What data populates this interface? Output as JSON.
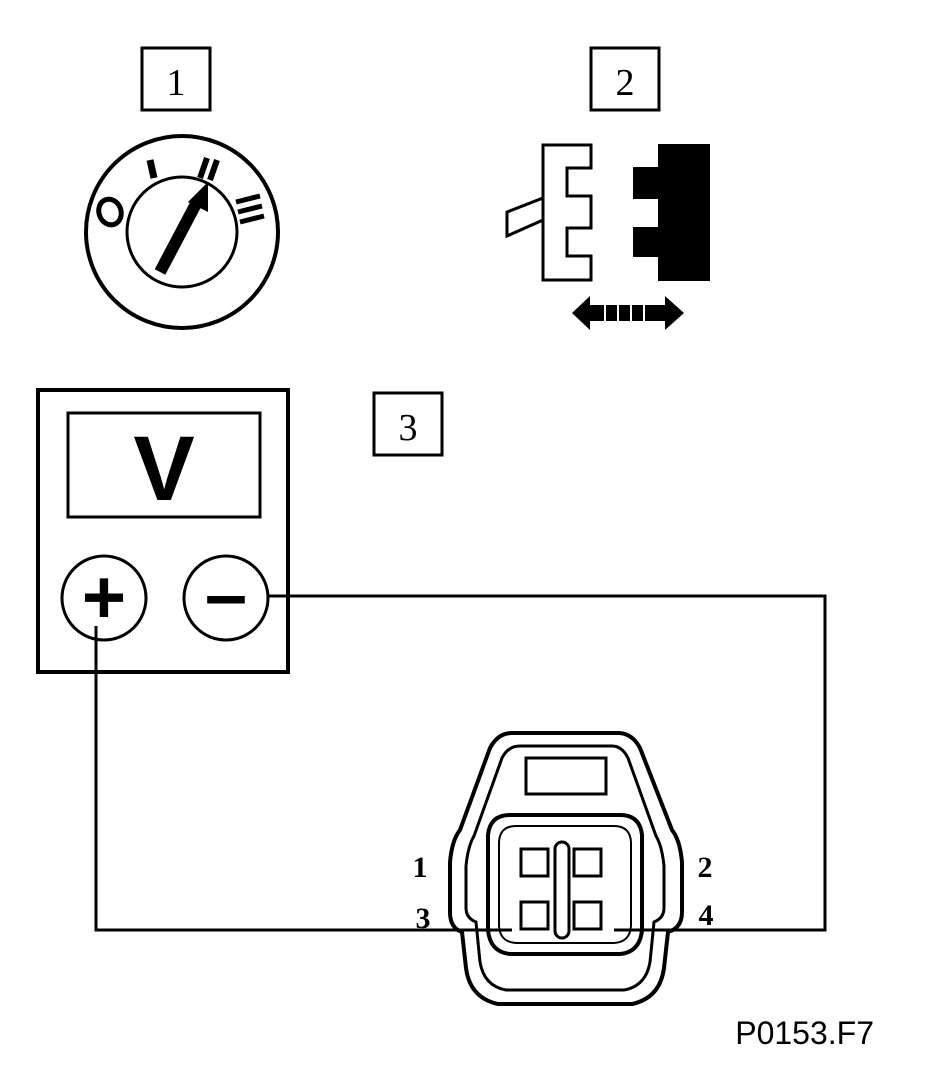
{
  "steps": {
    "step1": "1",
    "step2": "2",
    "step3": "3"
  },
  "ignition_switch": {
    "positions": [
      "0",
      "I",
      "II",
      "III"
    ],
    "icon": "ignition-key-switch-icon"
  },
  "connector_action": {
    "icon": "connector-disconnect-icon",
    "arrow_icon": "double-arrow-icon"
  },
  "voltmeter": {
    "display": "V",
    "positive_terminal": "+",
    "negative_terminal": "–"
  },
  "sensor_connector": {
    "pin_labels": {
      "pin1": "1",
      "pin2": "2",
      "pin3": "3",
      "pin4": "4"
    },
    "icon": "four-pin-connector-icon"
  },
  "figure_code": "P0153.F7",
  "colors": {
    "ink": "#000000",
    "paper": "#ffffff"
  }
}
